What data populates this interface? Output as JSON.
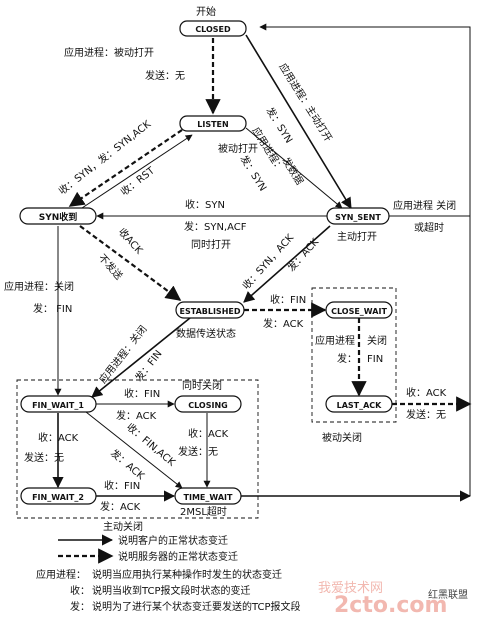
{
  "states": {
    "closed": "CLOSED",
    "listen": "LISTEN",
    "syn_rcvd": "SYN收到",
    "syn_sent": "SYN_SENT",
    "established": "ESTABLISHED",
    "close_wait": "CLOSE_WAIT",
    "last_ack": "LAST_ACK",
    "fin_wait_1": "FIN_WAIT_1",
    "closing": "CLOSING",
    "fin_wait_2": "FIN_WAIT_2",
    "time_wait": "TIME_WAIT"
  },
  "labels": {
    "start": "开始",
    "passive_open_1": "应用进程：被动打开",
    "passive_open_2": "发送：无",
    "active_open_1": "应用进程：主动打开",
    "active_open_2": "发：SYN",
    "listen_caption": "被动打开",
    "app_send_data_1": "应用进程：",
    "app_send_data_2": "发数据",
    "app_send_data_3": "发：SYN",
    "rcv_syn_send_synack": "收：SYN，发：SYN,ACK",
    "rcv_rst": "收：RST",
    "rcv_syn_mid_1": "收：SYN",
    "rcv_syn_mid_2": "发：SYN,ACF",
    "simultaneous_open": "同时打开",
    "app_close_or_timeout_1": "应用进程 关闭",
    "app_close_or_timeout_2": "或超时",
    "active_open_caption": "主动打开",
    "rcv_ack_1": "收ACK",
    "rcv_ack_2": "不发送",
    "rcv_synack_send_ack_1": "收：SYN，ACK",
    "rcv_synack_send_ack_2": "发：ACK",
    "left_close_1": "应用进程：关闭",
    "left_close_2": "发：  FIN",
    "est_rcv_fin": "收：FIN",
    "est_send_ack": "发：ACK",
    "data_transfer": "数据传送状态",
    "est_app_close_1": "应用进程：关闭",
    "est_app_close_2": "发：FIN",
    "cw_app_close_1": "应用进程",
    "cw_app_close_2": "关闭",
    "cw_send_fin_1": "发：",
    "cw_send_fin_2": "FIN",
    "passive_close": "被动关闭",
    "la_rcv_ack": "收：ACK",
    "la_send_none": "发送：无",
    "fw1_rcv_fin": "收：FIN",
    "fw1_send_ack": "发：ACK",
    "simultaneous_close": "同时关闭",
    "fw1_fin_ack_1": "收：FIN,ACK",
    "fw1_fin_ack_2": "发：ACK",
    "fw1_rcv_ack_1": "收：ACK",
    "fw1_rcv_ack_2": "发送：无",
    "cl_rcv_ack_1": "收：ACK",
    "cl_rcv_ack_2": "发送：无",
    "fw2_rcv_fin": "收：FIN",
    "fw2_send_ack": "发：ACK",
    "msl_timeout": "2MSL超时",
    "active_close": "主动关闭"
  },
  "legend": {
    "client": "说明客户的正常状态变迁",
    "server": "说明服务器的正常状态变迁",
    "app_key": "应用进程：",
    "app_text": "说明当应用执行某种操作时发生的状态变迁",
    "rcv_key": "收：",
    "rcv_text": "说明当收到TCP报文段时状态的变迁",
    "send_key": "发：",
    "send_text": "说明为了进行某个状态变迁要发送的TCP报文段"
  },
  "watermark": {
    "text1": "我爱技术网",
    "text2": "2cto.com",
    "text3": "红黑联盟"
  }
}
